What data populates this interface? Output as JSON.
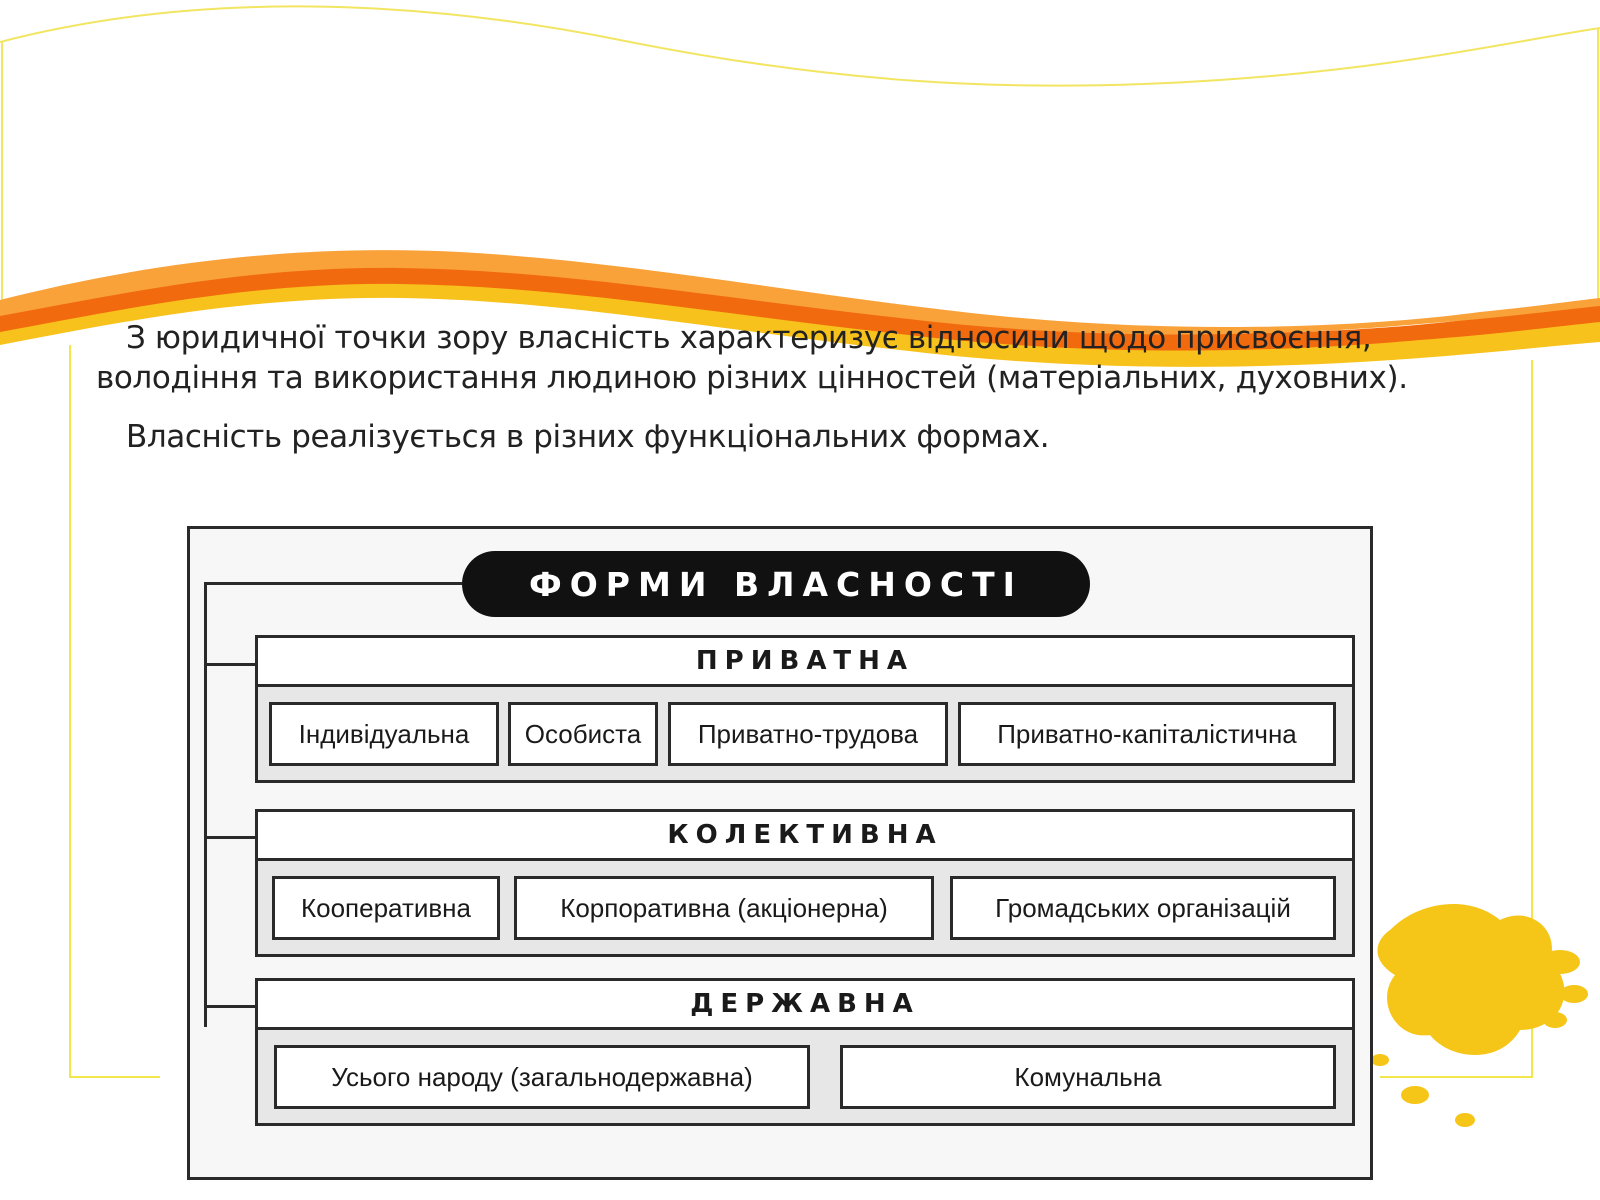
{
  "slide": {
    "paragraph_1": "З юридичної точки зору власність характеризує відносини щодо присвоєння, володіння та використання людиною різних цінностей (матеріальних, духовних).",
    "paragraph_2": "Власність реалізується в різних функціональних формах."
  },
  "diagram": {
    "title": "ФОРМИ ВЛАСНОСТІ",
    "groups": [
      {
        "name": "ПРИВАТНА",
        "items": [
          "Індивідуальна",
          "Особиста",
          "Приватно-трудова",
          "Приватно-капіталістична"
        ]
      },
      {
        "name": "КОЛЕКТИВНА",
        "items": [
          "Кооперативна",
          "Корпоративна (акціонерна)",
          "Громадських організацій"
        ]
      },
      {
        "name": "ДЕРЖАВНА",
        "items": [
          "Усього народу (загальнодержавна)",
          "Комунальна"
        ]
      }
    ]
  },
  "colors": {
    "orange": "#f26a0e",
    "yellow": "#f7c21b",
    "frame_line": "#f1e64a",
    "text": "#222222"
  }
}
